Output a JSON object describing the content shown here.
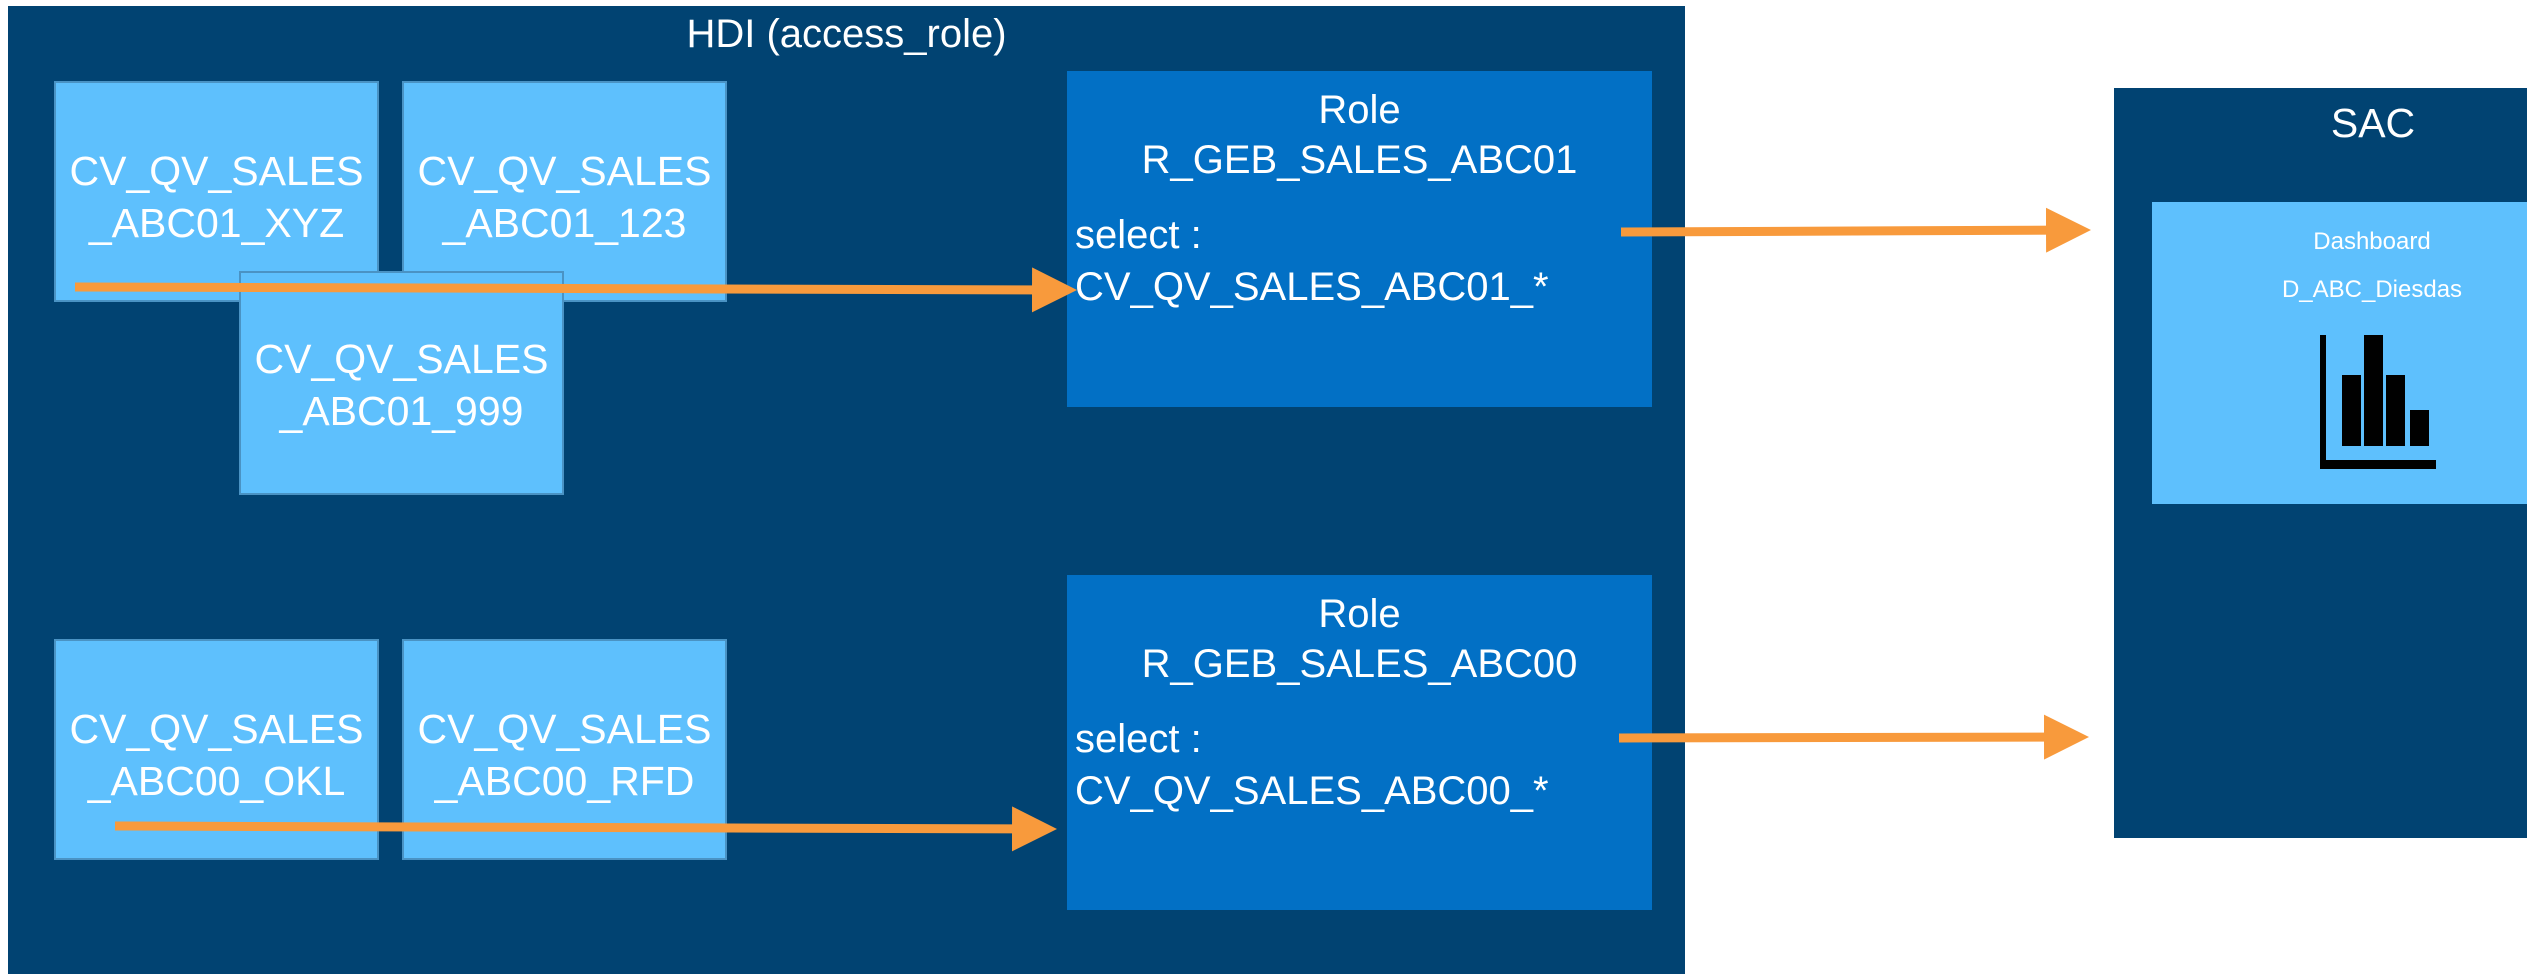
{
  "hdi": {
    "title": "HDI  (access_role)"
  },
  "views": [
    {
      "line1": "CV_QV_SALES",
      "line2": "_ABC01_XYZ"
    },
    {
      "line1": "CV_QV_SALES",
      "line2": "_ABC01_123"
    },
    {
      "line1": "CV_QV_SALES",
      "line2": "_ABC01_999"
    },
    {
      "line1": "CV_QV_SALES",
      "line2": "_ABC00_OKL"
    },
    {
      "line1": "CV_QV_SALES",
      "line2": "_ABC00_RFD"
    }
  ],
  "roles": [
    {
      "label": "Role",
      "name": "R_GEB_SALES_ABC01",
      "select_label": "select :",
      "select_value": "CV_QV_SALES_ABC01_*"
    },
    {
      "label": "Role",
      "name": "R_GEB_SALES_ABC00",
      "select_label": "select :",
      "select_value": "CV_QV_SALES_ABC00_*"
    }
  ],
  "sac": {
    "title": "SAC",
    "dashboard_label": "Dashboard",
    "dashboard_name": "D_ABC_Diesdas",
    "icon": "bar-chart-icon"
  },
  "colors": {
    "hdi_bg": "#014372",
    "view_fill": "#5ec0fd",
    "role_fill": "#0270c5",
    "arrow": "#f89a3c",
    "text": "#ffffff"
  }
}
